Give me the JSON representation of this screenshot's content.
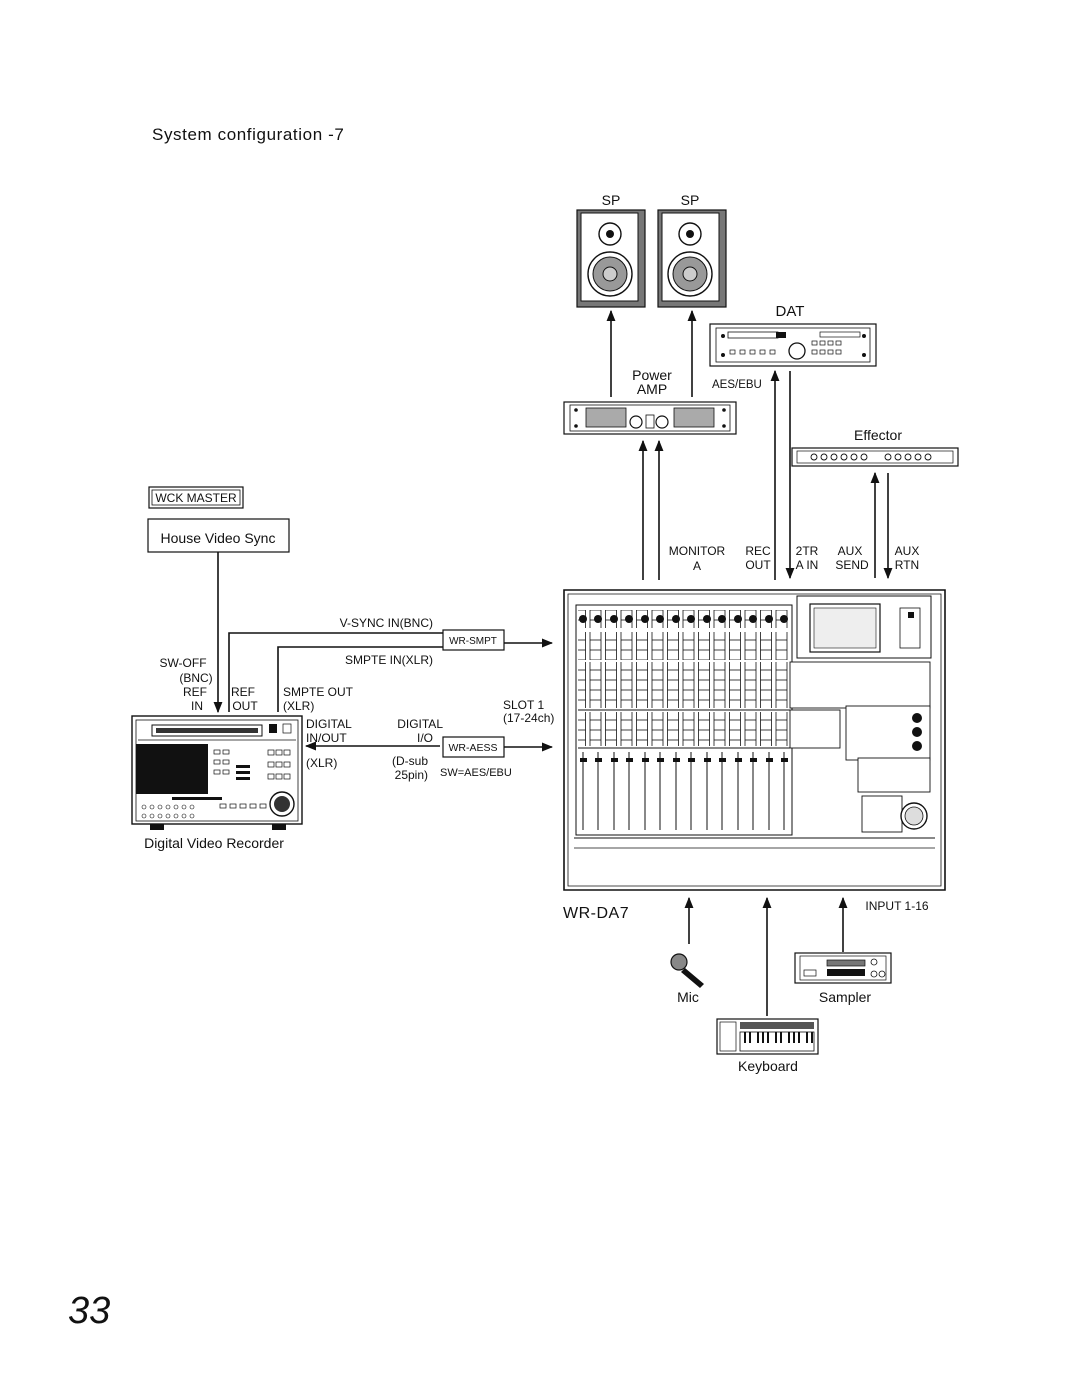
{
  "page": {
    "title": "System configuration -7",
    "page_number": "33"
  },
  "devices": {
    "sp_left": "SP",
    "sp_right": "SP",
    "dat": "DAT",
    "power_amp_line1": "Power",
    "power_amp_line2": "AMP",
    "effector": "Effector",
    "wck_master": "WCK MASTER",
    "house_video_sync": "House Video Sync",
    "digital_video_recorder": "Digital Video Recorder",
    "console": "WR-DA7",
    "mic": "Mic",
    "sampler": "Sampler",
    "keyboard": "Keyboard",
    "wr_smpt": "WR-SMPT",
    "wr_aess": "WR-AESS"
  },
  "connections": {
    "aes_ebu": "AES/EBU",
    "monitor_a_line1": "MONITOR",
    "monitor_a_line2": "A",
    "rec_out_line1": "REC",
    "rec_out_line2": "OUT",
    "tr_a_in_line1": "2TR",
    "tr_a_in_line2": "A IN",
    "aux_send_line1": "AUX",
    "aux_send_line2": "SEND",
    "aux_rtn_line1": "AUX",
    "aux_rtn_line2": "RTN",
    "v_sync_in": "V-SYNC IN(BNC)",
    "smpte_in": "SMPTE IN(XLR)",
    "sw_off_line1": "SW-OFF",
    "sw_off_line2": "(BNC)",
    "ref_in_line1": "REF",
    "ref_in_line2": "IN",
    "ref_out_line1": "REF",
    "ref_out_line2": "OUT",
    "smpte_out_line1": "SMPTE OUT",
    "smpte_out_line2": "(XLR)",
    "digital_inout_line1": "DIGITAL",
    "digital_inout_line2": "IN/OUT",
    "digital_inout_line3": "(XLR)",
    "digital_io_line1": "DIGITAL",
    "digital_io_line2": "I/O",
    "dsub_line1": "(D-sub",
    "dsub_line2": "25pin)",
    "sw_aes_ebu": "SW=AES/EBU",
    "slot1_line1": "SLOT 1",
    "slot1_line2": "(17-24ch)",
    "input_1_16": "INPUT 1-16"
  }
}
